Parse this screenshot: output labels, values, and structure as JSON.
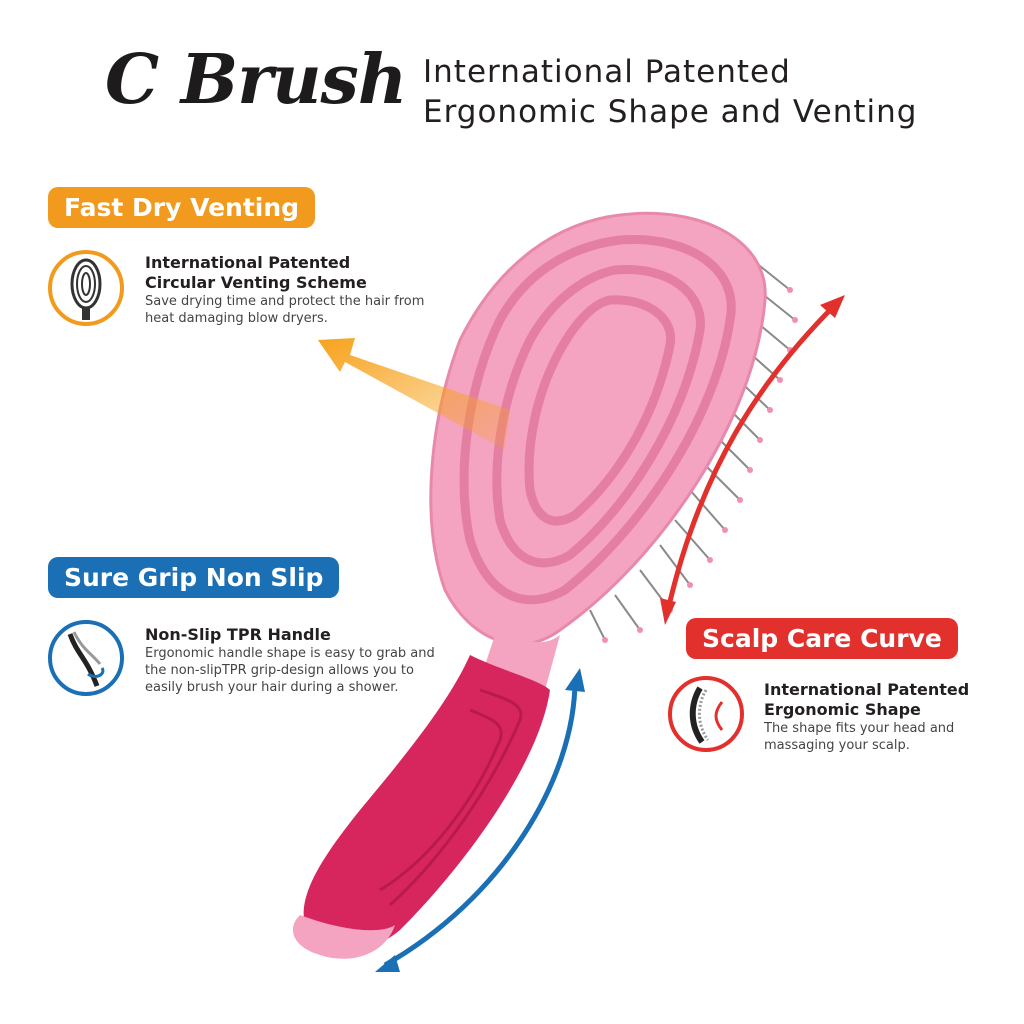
{
  "header": {
    "logo": "C Brush",
    "subtitle_line1": "International Patented",
    "subtitle_line2": "Ergonomic Shape and Venting"
  },
  "features": [
    {
      "badge": "Fast Dry Venting",
      "title_line1": "International Patented",
      "title_line2": "Circular Venting Scheme",
      "desc_line1": "Save drying time and protect the hair from",
      "desc_line2": "heat damaging blow dryers.",
      "color": "#f29a1d",
      "icon": "vented-brush-icon"
    },
    {
      "badge": "Sure Grip Non Slip",
      "title_line1": "Non-Slip TPR Handle",
      "desc_line1": "Ergonomic handle shape is easy to grab and",
      "desc_line2": "the non-slipTPR grip-design allows you to",
      "desc_line3": "easily brush your hair during a shower.",
      "color": "#1a6fb5",
      "icon": "handle-rotate-icon"
    },
    {
      "badge": "Scalp Care Curve",
      "title_line1": "International Patented",
      "title_line2": "Ergonomic Shape",
      "desc_line1": "The shape fits your head and",
      "desc_line2": "massaging your scalp.",
      "color": "#e2302c",
      "icon": "curved-brush-icon"
    }
  ]
}
